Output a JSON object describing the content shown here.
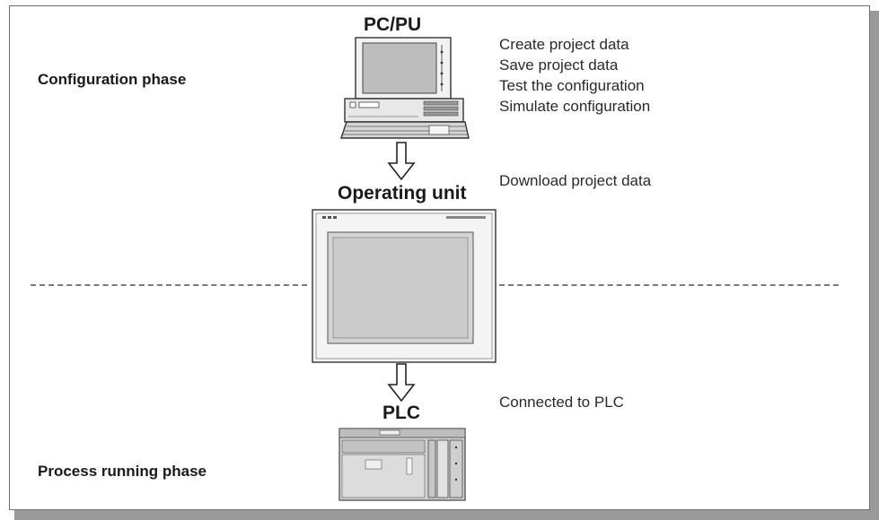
{
  "phases": {
    "configuration": "Configuration phase",
    "process_running": "Process running phase"
  },
  "devices": {
    "pcpu": "PC/PU",
    "operating_unit": "Operating unit",
    "plc": "PLC"
  },
  "notes": {
    "config_tasks": [
      "Create project data",
      "Save project data",
      "Test the configuration",
      "Simulate configuration"
    ],
    "download": "Download project data",
    "connected": "Connected to PLC"
  },
  "icons": [
    "pc-icon",
    "operating-panel-icon",
    "plc-icon",
    "down-arrow-icon"
  ]
}
